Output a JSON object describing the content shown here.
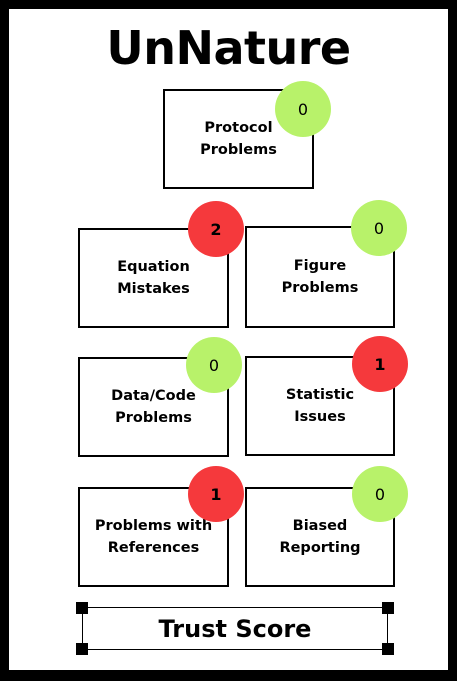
{
  "title": "UnNature",
  "colors": {
    "green": "#b8f26a",
    "red": "#f5393c",
    "background": "#000000",
    "card": "#ffffff"
  },
  "categories": [
    {
      "id": "protocol",
      "label": "Protocol\nProblems",
      "count": "0",
      "status": "green"
    },
    {
      "id": "equation",
      "label": "Equation\nMistakes",
      "count": "2",
      "status": "red"
    },
    {
      "id": "figure",
      "label": "Figure\nProblems",
      "count": "0",
      "status": "green"
    },
    {
      "id": "data-code",
      "label": "Data/Code\nProblems",
      "count": "0",
      "status": "green"
    },
    {
      "id": "statistic",
      "label": "Statistic\nIssues",
      "count": "1",
      "status": "red"
    },
    {
      "id": "references",
      "label": "Problems with\nReferences",
      "count": "1",
      "status": "red"
    },
    {
      "id": "biased",
      "label": "Biased\nReporting",
      "count": "0",
      "status": "green"
    }
  ],
  "trust_score": {
    "label": "Trust Score"
  }
}
